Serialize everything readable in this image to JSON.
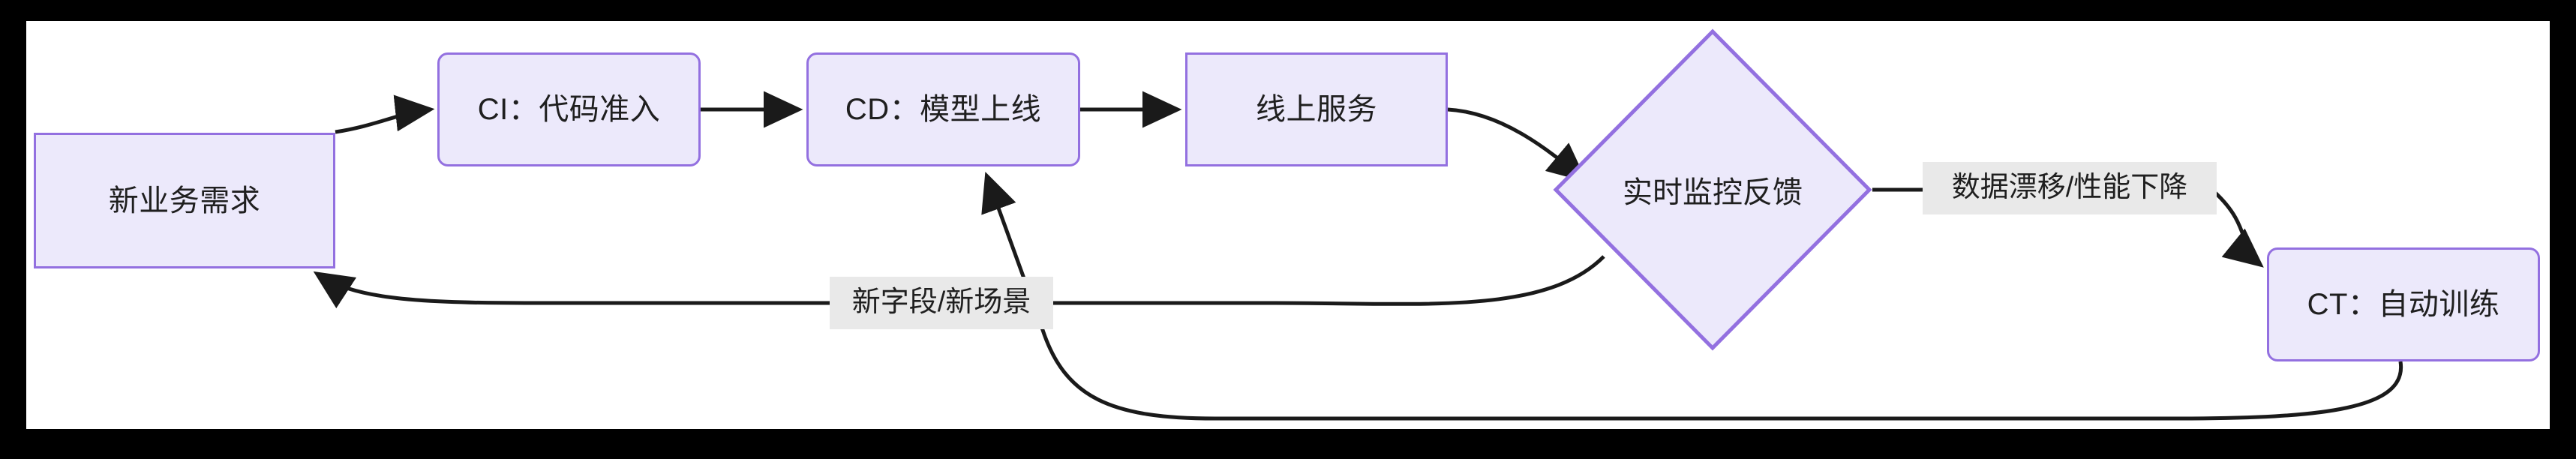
{
  "diagram": {
    "type": "flowchart",
    "direction": "left-to-right",
    "canvas": {
      "background": "#ffffff",
      "outer_background": "#000000"
    },
    "style": {
      "node_fill": "#ece9fb",
      "node_stroke": "#9370e0",
      "edge_color": "#1a1a1a",
      "label_background": "#e9e9e9",
      "text_color": "#1f1f1f"
    },
    "nodes": [
      {
        "id": "req",
        "label": "新业务需求",
        "shape": "rect"
      },
      {
        "id": "ci",
        "label": "CI：代码准入",
        "shape": "rounded-rect"
      },
      {
        "id": "cd",
        "label": "CD：模型上线",
        "shape": "rounded-rect"
      },
      {
        "id": "service",
        "label": "线上服务",
        "shape": "rect"
      },
      {
        "id": "monitor",
        "label": "实时监控反馈",
        "shape": "diamond"
      },
      {
        "id": "ct",
        "label": "CT：自动训练",
        "shape": "rounded-rect"
      }
    ],
    "edges": [
      {
        "from": "req",
        "to": "ci",
        "label": ""
      },
      {
        "from": "ci",
        "to": "cd",
        "label": ""
      },
      {
        "from": "cd",
        "to": "service",
        "label": ""
      },
      {
        "from": "service",
        "to": "monitor",
        "label": ""
      },
      {
        "from": "monitor",
        "to": "ct",
        "label": "数据漂移/性能下降"
      },
      {
        "from": "monitor",
        "to": "req",
        "label": "新字段/新场景"
      },
      {
        "from": "ct",
        "to": "cd",
        "label": ""
      }
    ],
    "edge_labels": [
      {
        "id": "drift",
        "text": "数据漂移/性能下降"
      },
      {
        "id": "newfield",
        "text": "新字段/新场景"
      }
    ]
  }
}
